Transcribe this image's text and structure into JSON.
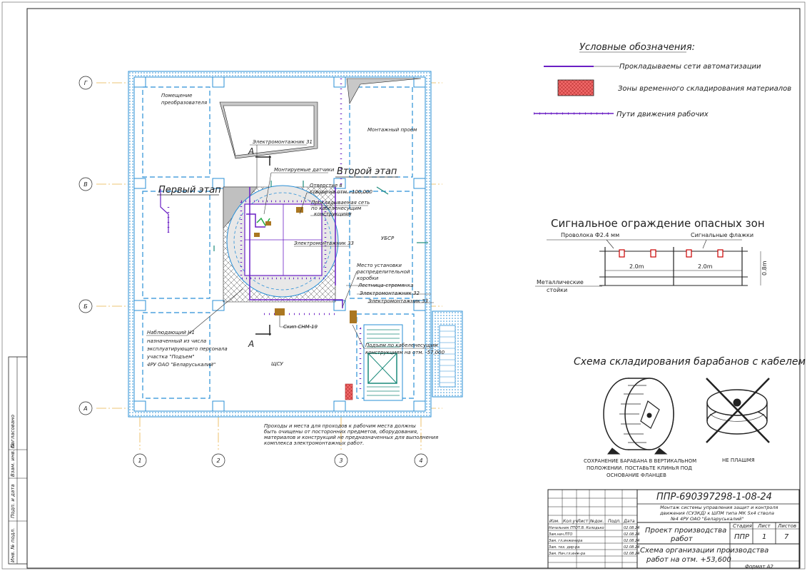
{
  "legend": {
    "title": "Условные обозначения:",
    "items": [
      "Прокладываемы сети автоматизации",
      "Зоны временного складирования материалов",
      "Пути движения рабочих"
    ]
  },
  "plan": {
    "axes_rows": [
      "Г",
      "В",
      "Б",
      "А"
    ],
    "axes_cols": [
      "1",
      "2",
      "3",
      "4"
    ],
    "labels": {
      "room_converter_1": "Помещение",
      "room_converter_2": "преобразователя",
      "mount_opening": "Монтажный проем",
      "first_stage": "Первый этап",
      "second_stage": "Второй этап",
      "electrician_31": "Электромонтажник 31",
      "sensors": "Монтируемые датчики",
      "hole_1": "Отверстие в",
      "hole_2": "створе на отм. -100,000",
      "laid_net_1": "Прокладываемая сеть",
      "laid_net_2": "по кабеленесущим",
      "laid_net_3": "конструкциям",
      "ubsr": "УБСР",
      "electrician_33a": "Электромонтажник 33",
      "install_place_1": "Место установки",
      "install_place_2": "распределительной",
      "install_place_3": "коробки",
      "ladder": "Лестница-стремянка",
      "electrician_32": "Электромонтажник 32",
      "electrician_33b": "Электромонтажник 33",
      "skip": "Скип СНМ-19",
      "observer_1": "Наблюдающий Н1",
      "observer_2": "назначенный из числа",
      "observer_3": "эксплуатирующего персонала",
      "observer_4": "участка \"Подъем\"",
      "observer_5": "4РУ ОАО \"Беларуськалий\"",
      "lift_1": "Подъем по кабеленесущим",
      "lift_2": "конструкциям на отм. -57,000",
      "shchsu": "ЩСУ",
      "section_a": "А",
      "note_1": "Проходы и места для проходов к рабочим места должны",
      "note_2": "быть очищены от посторонних предметов, оборудования,",
      "note_3": "материалов и конструкций не предназначенных для выполнения",
      "note_4": "комплекса электромонтажных работ."
    }
  },
  "fence": {
    "title": "Сигнальное ограждение опасных зон",
    "wire": "Проволока Ф2.4 мм",
    "flags": "Сигнальные флажки",
    "posts_1": "Металлические",
    "posts_2": "стойки",
    "span": "2.0m",
    "height": "0.8m"
  },
  "drums": {
    "title": "Схема складирования барабанов с кабелем",
    "ok_1": "СОХРАНЕНИЕ БАРАБАНА В ВЕРТИКАЛЬНОМ",
    "ok_2": "ПОЛОЖЕНИИ. ПОСТАВЬТЕ КЛИНЬЯ ПОД",
    "ok_3": "ОСНОВАНИЕ ФЛАНЦЕВ",
    "bad": "НЕ ПЛАШМЯ"
  },
  "stamp": {
    "code": "ППР-690397298-1-08-24",
    "desc_1": "Монтаж системы управления защит и контроля",
    "desc_2": "движения (СУЗКД) к ШПМ типа МК 5х4 ствола",
    "desc_3": "№4 4РУ ОАО \"Беларуськалий\"",
    "headers": [
      "Изм.",
      "Кол.уч",
      "Лист",
      "№док.",
      "Подп.",
      "Дата"
    ],
    "rows": [
      {
        "role": "Начальник ПТО",
        "name": "Т.В. Колодько",
        "date": "02.08.24"
      },
      {
        "role": "Зам.нач.ПТО",
        "name": "",
        "date": "02.08.24"
      },
      {
        "role": "Зам. гл.инженера",
        "name": "",
        "date": "02.08.24"
      },
      {
        "role": "Зам. тех. дир-ра",
        "name": "",
        "date": "02.08.24"
      },
      {
        "role": "Зам. Нач.гл.инж-ра",
        "name": "",
        "date": "02.08.24"
      }
    ],
    "project_1": "Проект производства",
    "project_2": "работ",
    "stage_hdr": "Стадия",
    "sheet_hdr": "Лист",
    "sheets_hdr": "Листов",
    "stage": "ППР",
    "sheet": "1",
    "sheets": "7",
    "scheme_1": "Схема организации производства",
    "scheme_2": "работ на отм. +53,600",
    "format": "Формат   А2"
  },
  "side": [
    "Согласовано",
    "Взам. инв. №",
    "Подп. и дата",
    "Инв. № подл."
  ]
}
